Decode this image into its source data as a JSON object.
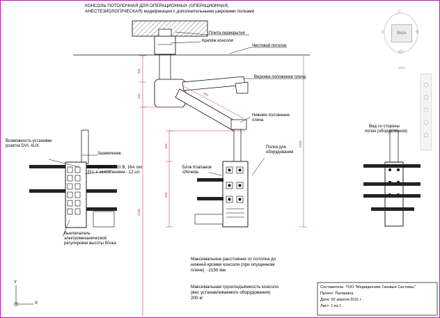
{
  "title_line1": "КОНСОЛЬ ПОТОЛОЧНАЯ ДЛЯ ОПЕРАЦИОННЫХ (ОПЕРАЦИОННАЯ,",
  "title_line2": "АНЕСТЕЗИОЛОГИЧЕСКАЯ) модификация с дополнительными широкими полками",
  "labels": {
    "slab": "Плита перекрытия",
    "console_mount": "Крепёж консоли",
    "ceiling": "Чистовой потолок",
    "upper_arm": "Верхнее положение плеча",
    "lower_arm_1": "Нижнее положение",
    "lower_arm_2": "плеча",
    "shelves_1": "Полки для",
    "shelves_2": "оборудования",
    "valves_1": "Блок Клапанов",
    "valves_2": "Ohmeda",
    "dvi_1": "Возможность установки",
    "dvi_2": "розеток DVI, AUX",
    "ground": "Заземление",
    "socket_1": "Блок розеток 220 В, 16А  тип",
    "socket_2": "EU, с заземлением - 12 шт.",
    "switch_1": "Выключатель",
    "switch_2": "электромеханической",
    "switch_3": "регулировки высоты блока",
    "side_view_1": "Вид со стороны",
    "side_view_2": "полок (оборудования)",
    "note1_1": "Максимальное расстояние от потолка до",
    "note1_2": "нижней кромки консоли (при опущенном",
    "note1_3": "плече) - 2150 мм",
    "note2_1": "Максимальная грузоподъёмность консоли",
    "note2_2": "(вес устанавливаемого оборудования)",
    "note2_3": "200 кг"
  },
  "dimensions": {
    "d300": "300",
    "d330": "330",
    "d660": "660",
    "d490": "490",
    "d505": "505",
    "d2150": "2150",
    "d2330": "2330"
  },
  "title_block": {
    "author": "Составитель: ТОО \"Медицинские Газовые Системы\"",
    "project": "Проект: Паланина",
    "date": "Дата: 02 апреля 2011 г",
    "sheet": "Лист: 1 из 1"
  },
  "viewcube": {
    "north": "С",
    "west": "З",
    "east": "В",
    "south": "Ю",
    "top": "Верх",
    "wcs": "МСК"
  },
  "ucs": {
    "x": "X",
    "y": "Y"
  },
  "colors": {
    "frame": "#b01ab0",
    "dim": "#c0307a"
  }
}
